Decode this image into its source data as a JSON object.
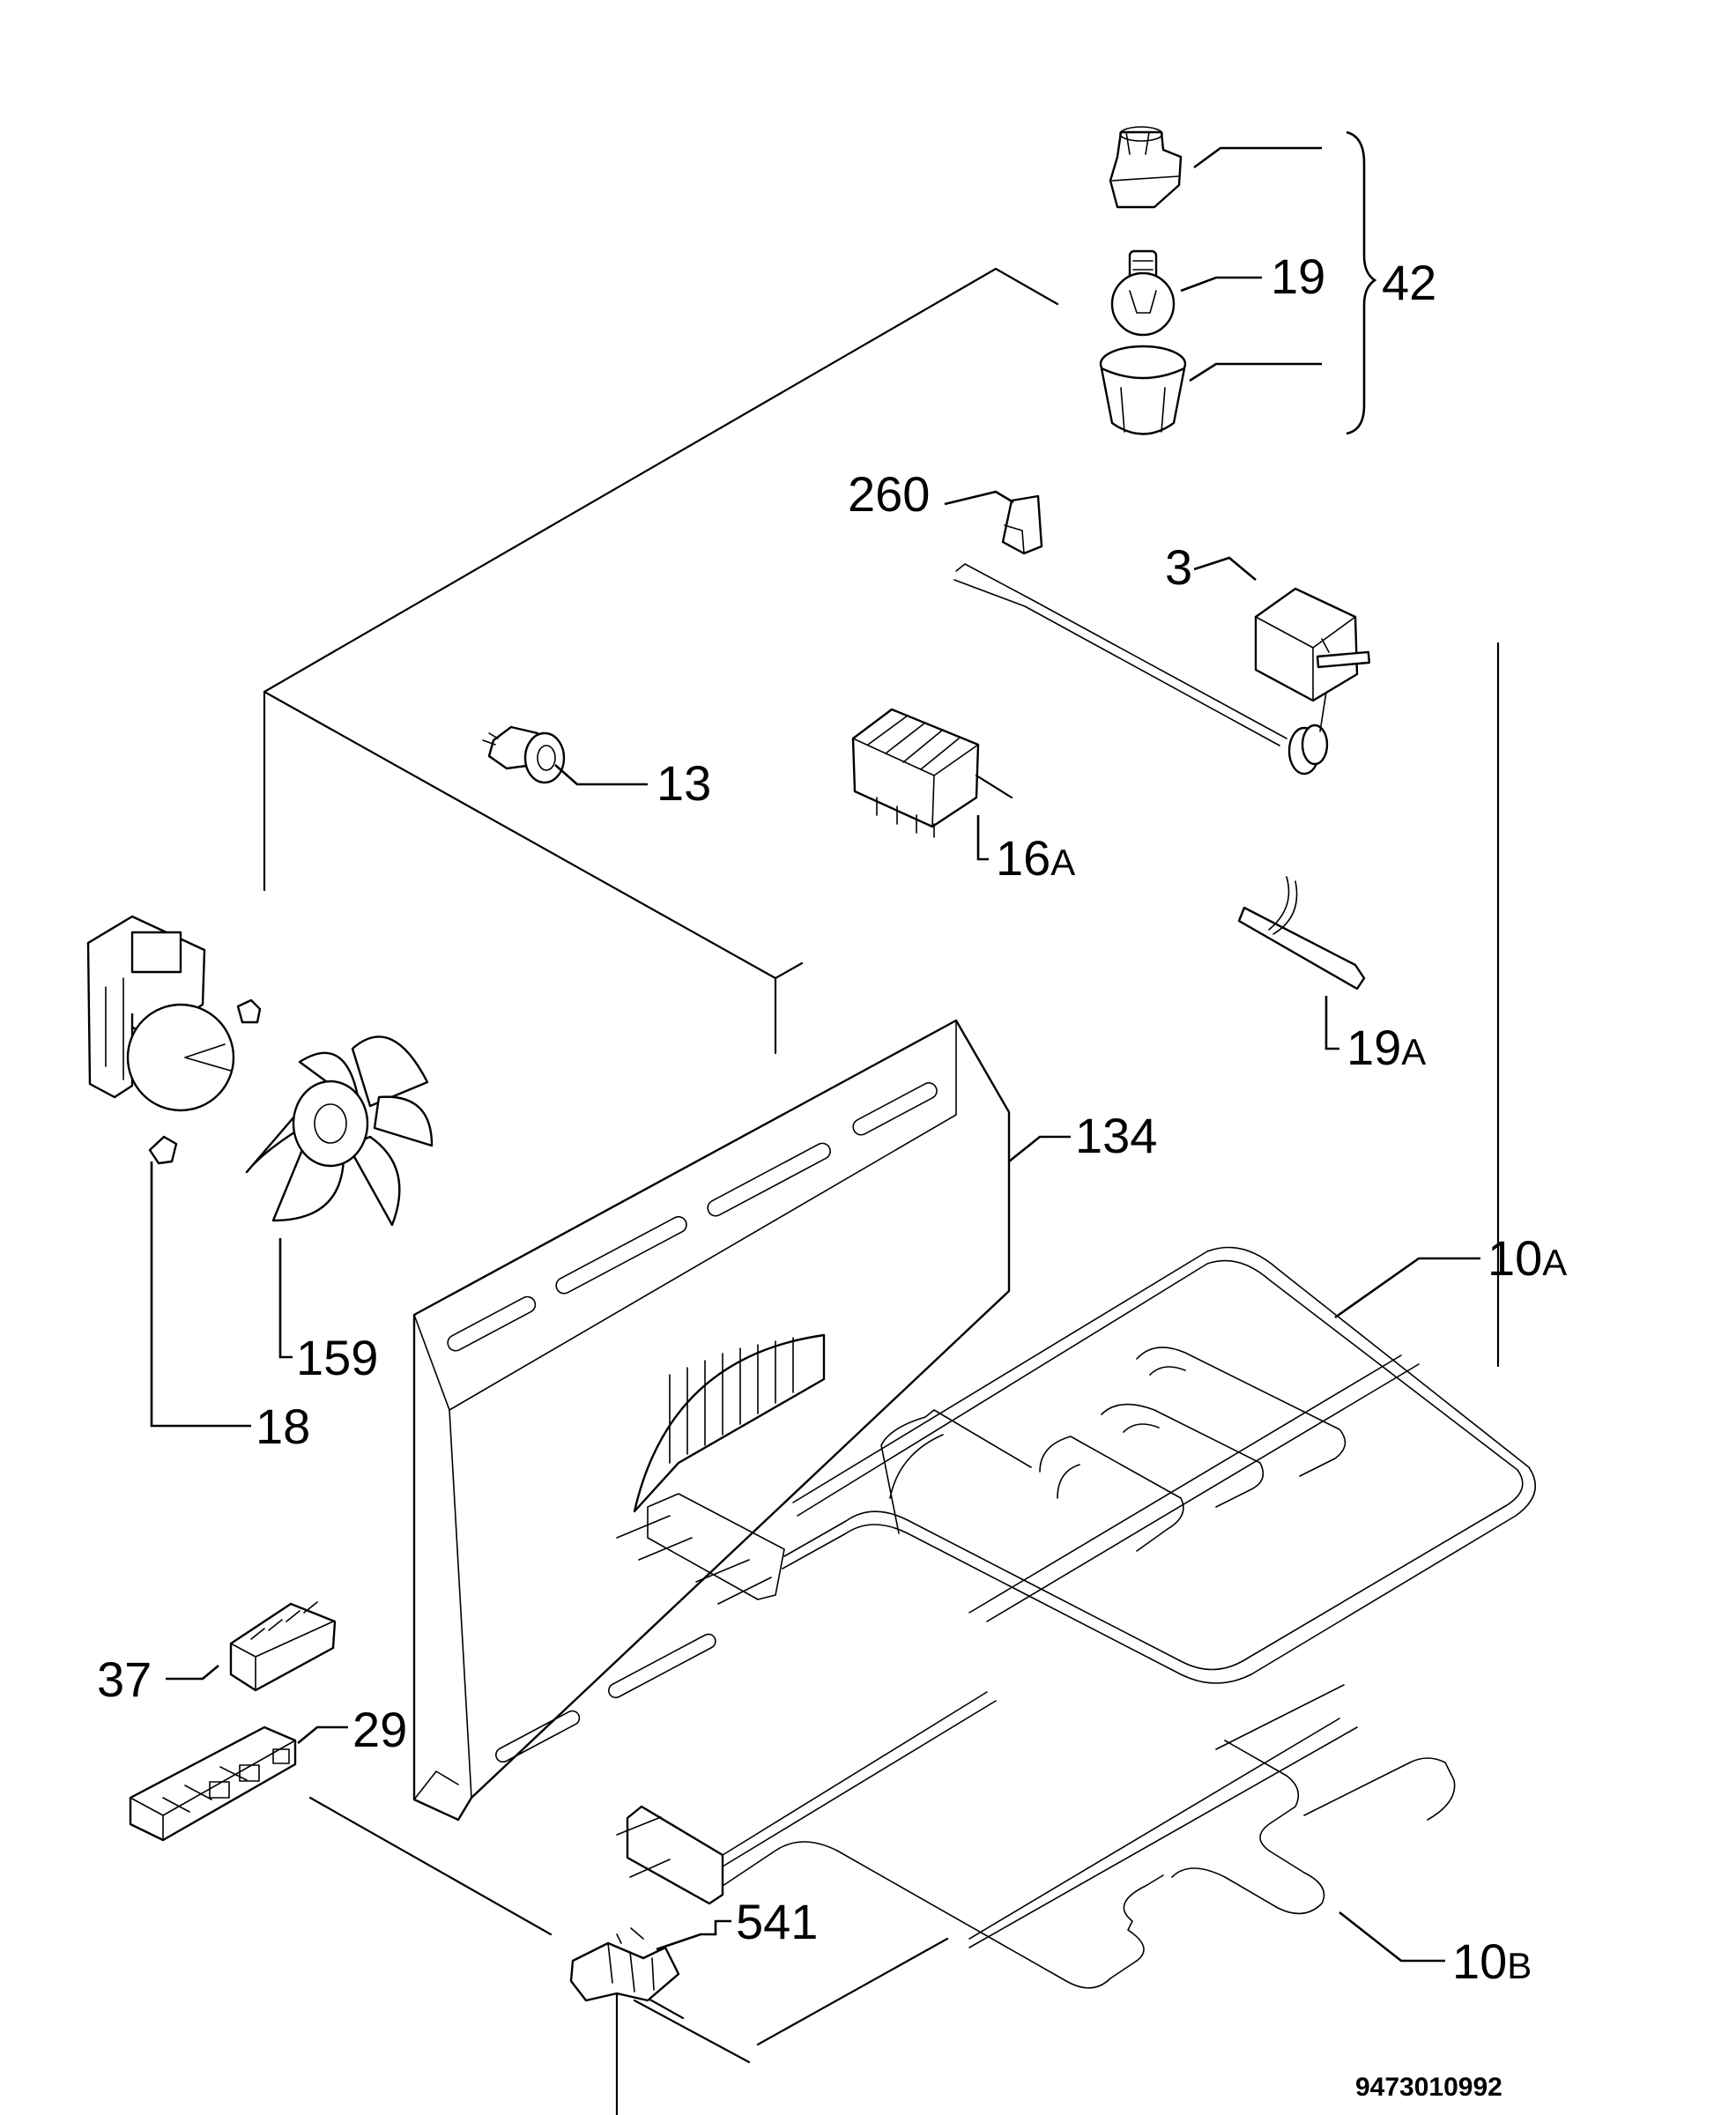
{
  "diagram": {
    "callouts": {
      "c42": "42",
      "c19": "19",
      "c260": "260",
      "c3": "3",
      "c13": "13",
      "c16a": "16",
      "c16a_sub": "A",
      "c19a": "19",
      "c19a_sub": "A",
      "c134": "134",
      "c10a": "10",
      "c10a_sub": "A",
      "c159": "159",
      "c18": "18",
      "c37": "37",
      "c29": "29",
      "c541": "541",
      "c10b": "10",
      "c10b_sub": "B"
    },
    "document_number": "9473010992"
  }
}
